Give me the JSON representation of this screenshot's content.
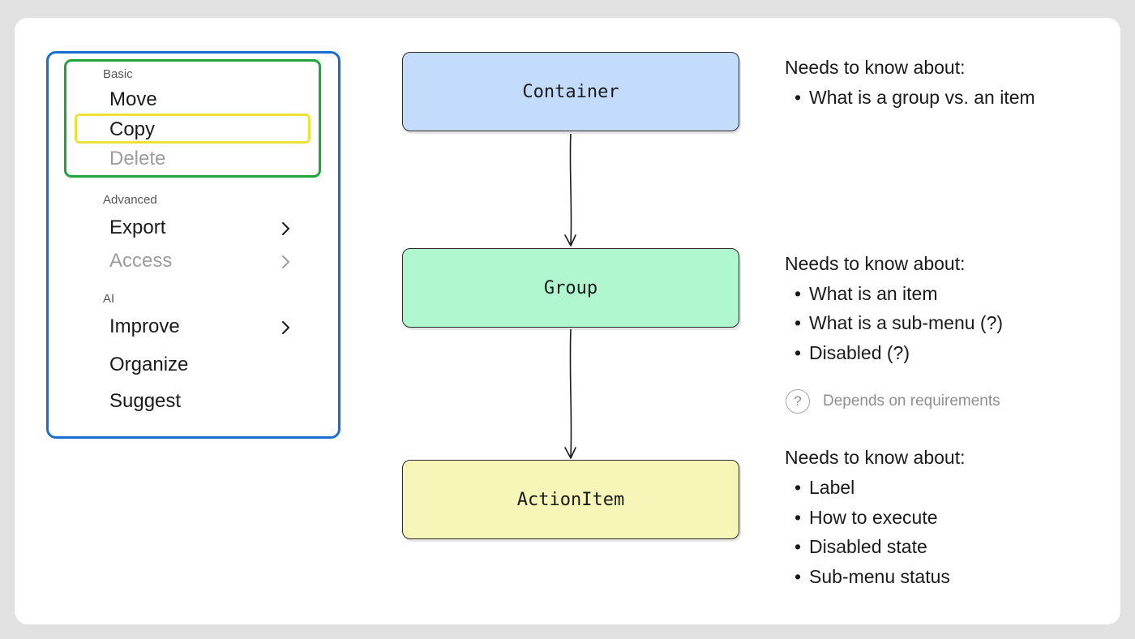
{
  "menu": {
    "sections": [
      {
        "label": "Basic",
        "items": [
          {
            "label": "Move"
          },
          {
            "label": "Copy"
          },
          {
            "label": "Delete"
          }
        ]
      },
      {
        "label": "Advanced",
        "items": [
          {
            "label": "Export"
          },
          {
            "label": "Access"
          }
        ]
      },
      {
        "label": "AI",
        "items": [
          {
            "label": "Improve"
          },
          {
            "label": "Organize"
          },
          {
            "label": "Suggest"
          }
        ]
      }
    ],
    "highlight_colors": {
      "container": "#1a6ed1",
      "group": "#22a33b",
      "item": "#eee23a"
    }
  },
  "diagram": {
    "nodes": [
      {
        "label": "Container",
        "color": "#c3dcfb"
      },
      {
        "label": "Group",
        "color": "#b0f6cf"
      },
      {
        "label": "ActionItem",
        "color": "#f7f6b9"
      }
    ]
  },
  "notes": [
    {
      "title": "Needs to know about:",
      "bullets": [
        "What is a group vs. an item"
      ]
    },
    {
      "title": "Needs to know about:",
      "bullets": [
        "What is an item",
        "What is a sub-menu (?)",
        "Disabled (?)"
      ]
    },
    {
      "title": "Needs to know about:",
      "bullets": [
        "Label",
        "How to execute",
        "Disabled state",
        "Sub-menu status"
      ]
    }
  ],
  "legend": {
    "icon": "question-icon",
    "symbol": "?",
    "text": "Depends on requirements"
  },
  "bullet_char": "•",
  "chevron_icon": "chevron-right-icon"
}
